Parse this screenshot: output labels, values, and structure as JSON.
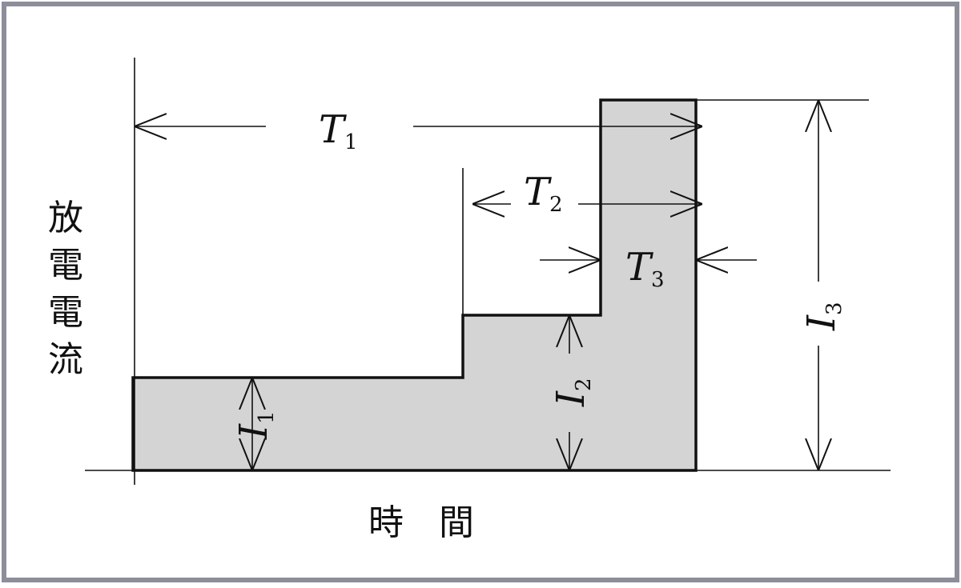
{
  "labels": {
    "y_axis": [
      "放",
      "電",
      "電",
      "流"
    ],
    "x_axis": "時　間",
    "T1": {
      "sym": "T",
      "sub": "1"
    },
    "T2": {
      "sym": "T",
      "sub": "2"
    },
    "T3": {
      "sym": "T",
      "sub": "3"
    },
    "I1": {
      "sym": "I",
      "sub": "1"
    },
    "I2": {
      "sym": "I",
      "sub": "2"
    },
    "I3": {
      "sym": "I",
      "sub": "3"
    }
  },
  "colors": {
    "frame": "#8c8e99",
    "fill": "#d4d4d4",
    "stroke": "#111111"
  }
}
